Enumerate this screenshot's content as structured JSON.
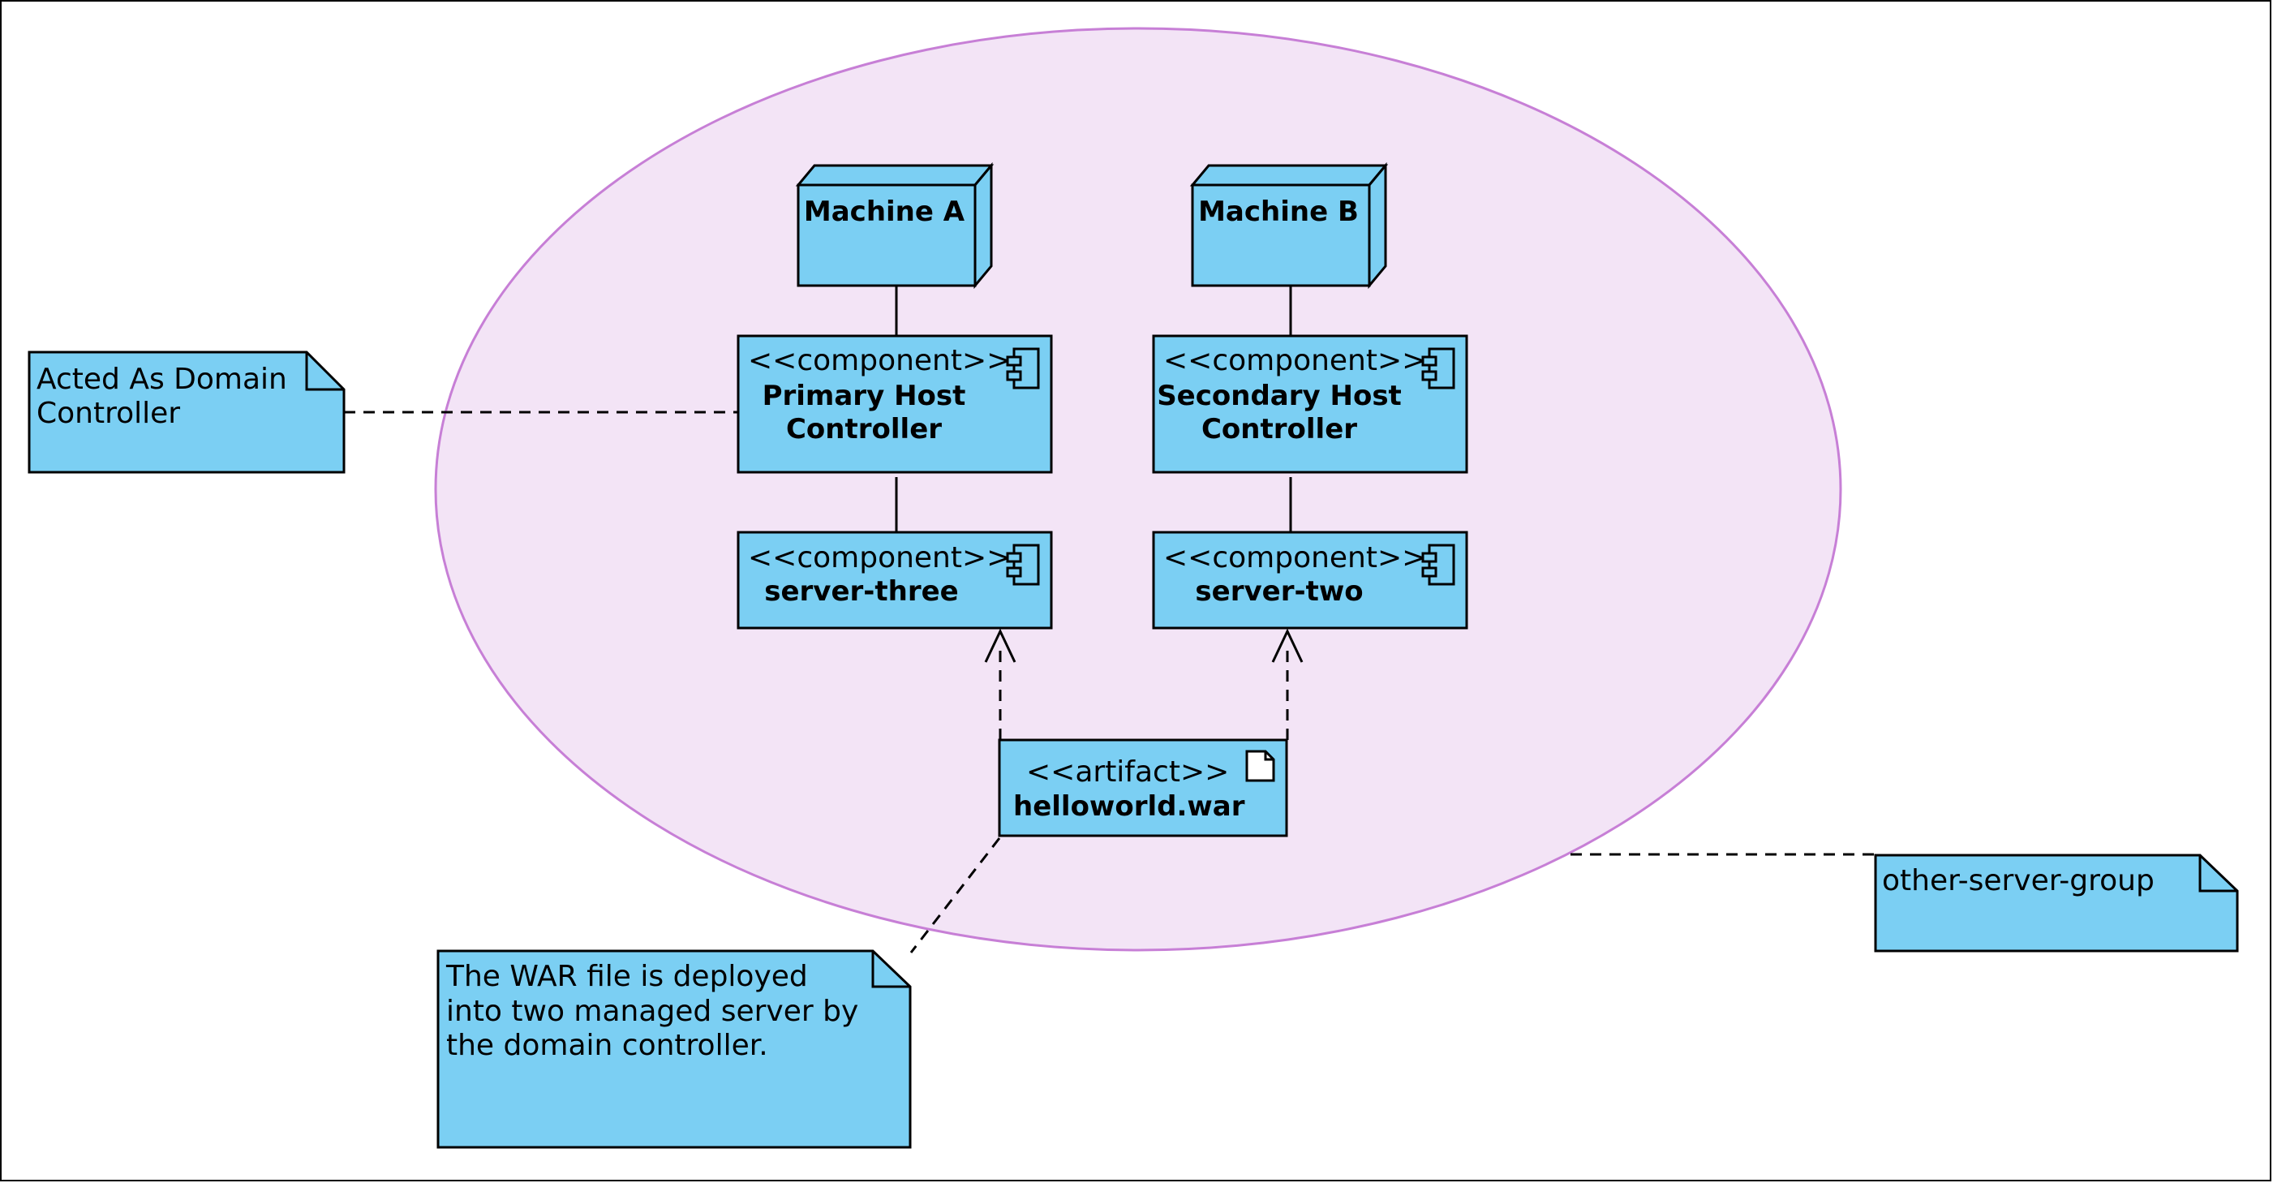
{
  "diagram": {
    "group_label": "other-server-group",
    "machines": [
      {
        "id": "machine_a",
        "label": "Machine A"
      },
      {
        "id": "machine_b",
        "label": "Machine B"
      }
    ],
    "components": {
      "primary_host": {
        "stereotype": "<<component>>",
        "name_line1": "Primary Host",
        "name_line2": "Controller"
      },
      "secondary_host": {
        "stereotype": "<<component>>",
        "name_line1": "Secondary Host",
        "name_line2": "Controller"
      },
      "server_three": {
        "stereotype": "<<component>>",
        "name": "server-three"
      },
      "server_two": {
        "stereotype": "<<component>>",
        "name": "server-two"
      }
    },
    "artifact": {
      "stereotype": "<<artifact>>",
      "name": "helloworld.war"
    },
    "notes": {
      "domain_controller": {
        "line1": "Acted As Domain",
        "line2": "Controller"
      },
      "war_file": {
        "line1": "The WAR file is deployed",
        "line2": "into two managed server by",
        "line3": "the domain controller."
      }
    },
    "colors": {
      "node_fill": "#7bcff3",
      "group_fill": "#f3e4f6",
      "group_stroke": "#c77fd6",
      "stroke": "#000000"
    }
  }
}
